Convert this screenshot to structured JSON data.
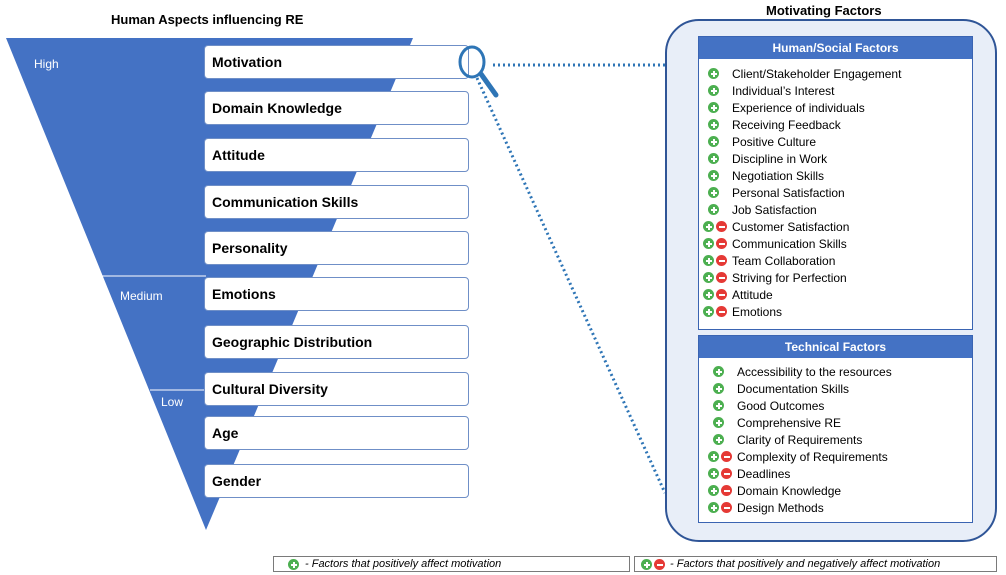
{
  "left_title": "Human Aspects influencing RE",
  "right_title": "Motivating Factors",
  "levels": {
    "high": "High",
    "medium": "Medium",
    "low": "Low"
  },
  "aspects": [
    "Motivation",
    "Domain Knowledge",
    "Attitude",
    "Communication Skills",
    "Personality",
    "Emotions",
    "Geographic Distribution",
    "Cultural Diversity",
    "Age",
    "Gender"
  ],
  "human_social": {
    "title": "Human/Social Factors",
    "items": [
      {
        "label": "Client/Stakeholder Engagement",
        "effect": "positive"
      },
      {
        "label": "Individual’s Interest",
        "effect": "positive"
      },
      {
        "label": "Experience of individuals",
        "effect": "positive"
      },
      {
        "label": "Receiving Feedback",
        "effect": "positive"
      },
      {
        "label": "Positive Culture",
        "effect": "positive"
      },
      {
        "label": "Discipline in Work",
        "effect": "positive"
      },
      {
        "label": "Negotiation Skills",
        "effect": "positive"
      },
      {
        "label": "Personal Satisfaction",
        "effect": "positive"
      },
      {
        "label": "Job Satisfaction",
        "effect": "positive"
      },
      {
        "label": "Customer Satisfaction",
        "effect": "both"
      },
      {
        "label": "Communication Skills",
        "effect": "both"
      },
      {
        "label": "Team Collaboration",
        "effect": "both"
      },
      {
        "label": "Striving for Perfection",
        "effect": "both"
      },
      {
        "label": "Attitude",
        "effect": "both"
      },
      {
        "label": "Emotions",
        "effect": "both"
      }
    ]
  },
  "technical": {
    "title": "Technical Factors",
    "items": [
      {
        "label": "Accessibility to the resources",
        "effect": "positive"
      },
      {
        "label": "Documentation Skills",
        "effect": "positive"
      },
      {
        "label": "Good Outcomes",
        "effect": "positive"
      },
      {
        "label": "Comprehensive RE",
        "effect": "positive"
      },
      {
        "label": "Clarity of Requirements",
        "effect": "positive"
      },
      {
        "label": "Complexity of Requirements",
        "effect": "both"
      },
      {
        "label": "Deadlines",
        "effect": "both"
      },
      {
        "label": "Domain Knowledge",
        "effect": "both"
      },
      {
        "label": "Design Methods",
        "effect": "both"
      }
    ]
  },
  "legend": {
    "positive": "- Factors that positively affect motivation",
    "both": "- Factors that positively and negatively affect motivation"
  },
  "colors": {
    "funnel": "#4472c4",
    "dotted_line": "#2e75b6",
    "positive": "#4caf50",
    "negative": "#e53935"
  }
}
